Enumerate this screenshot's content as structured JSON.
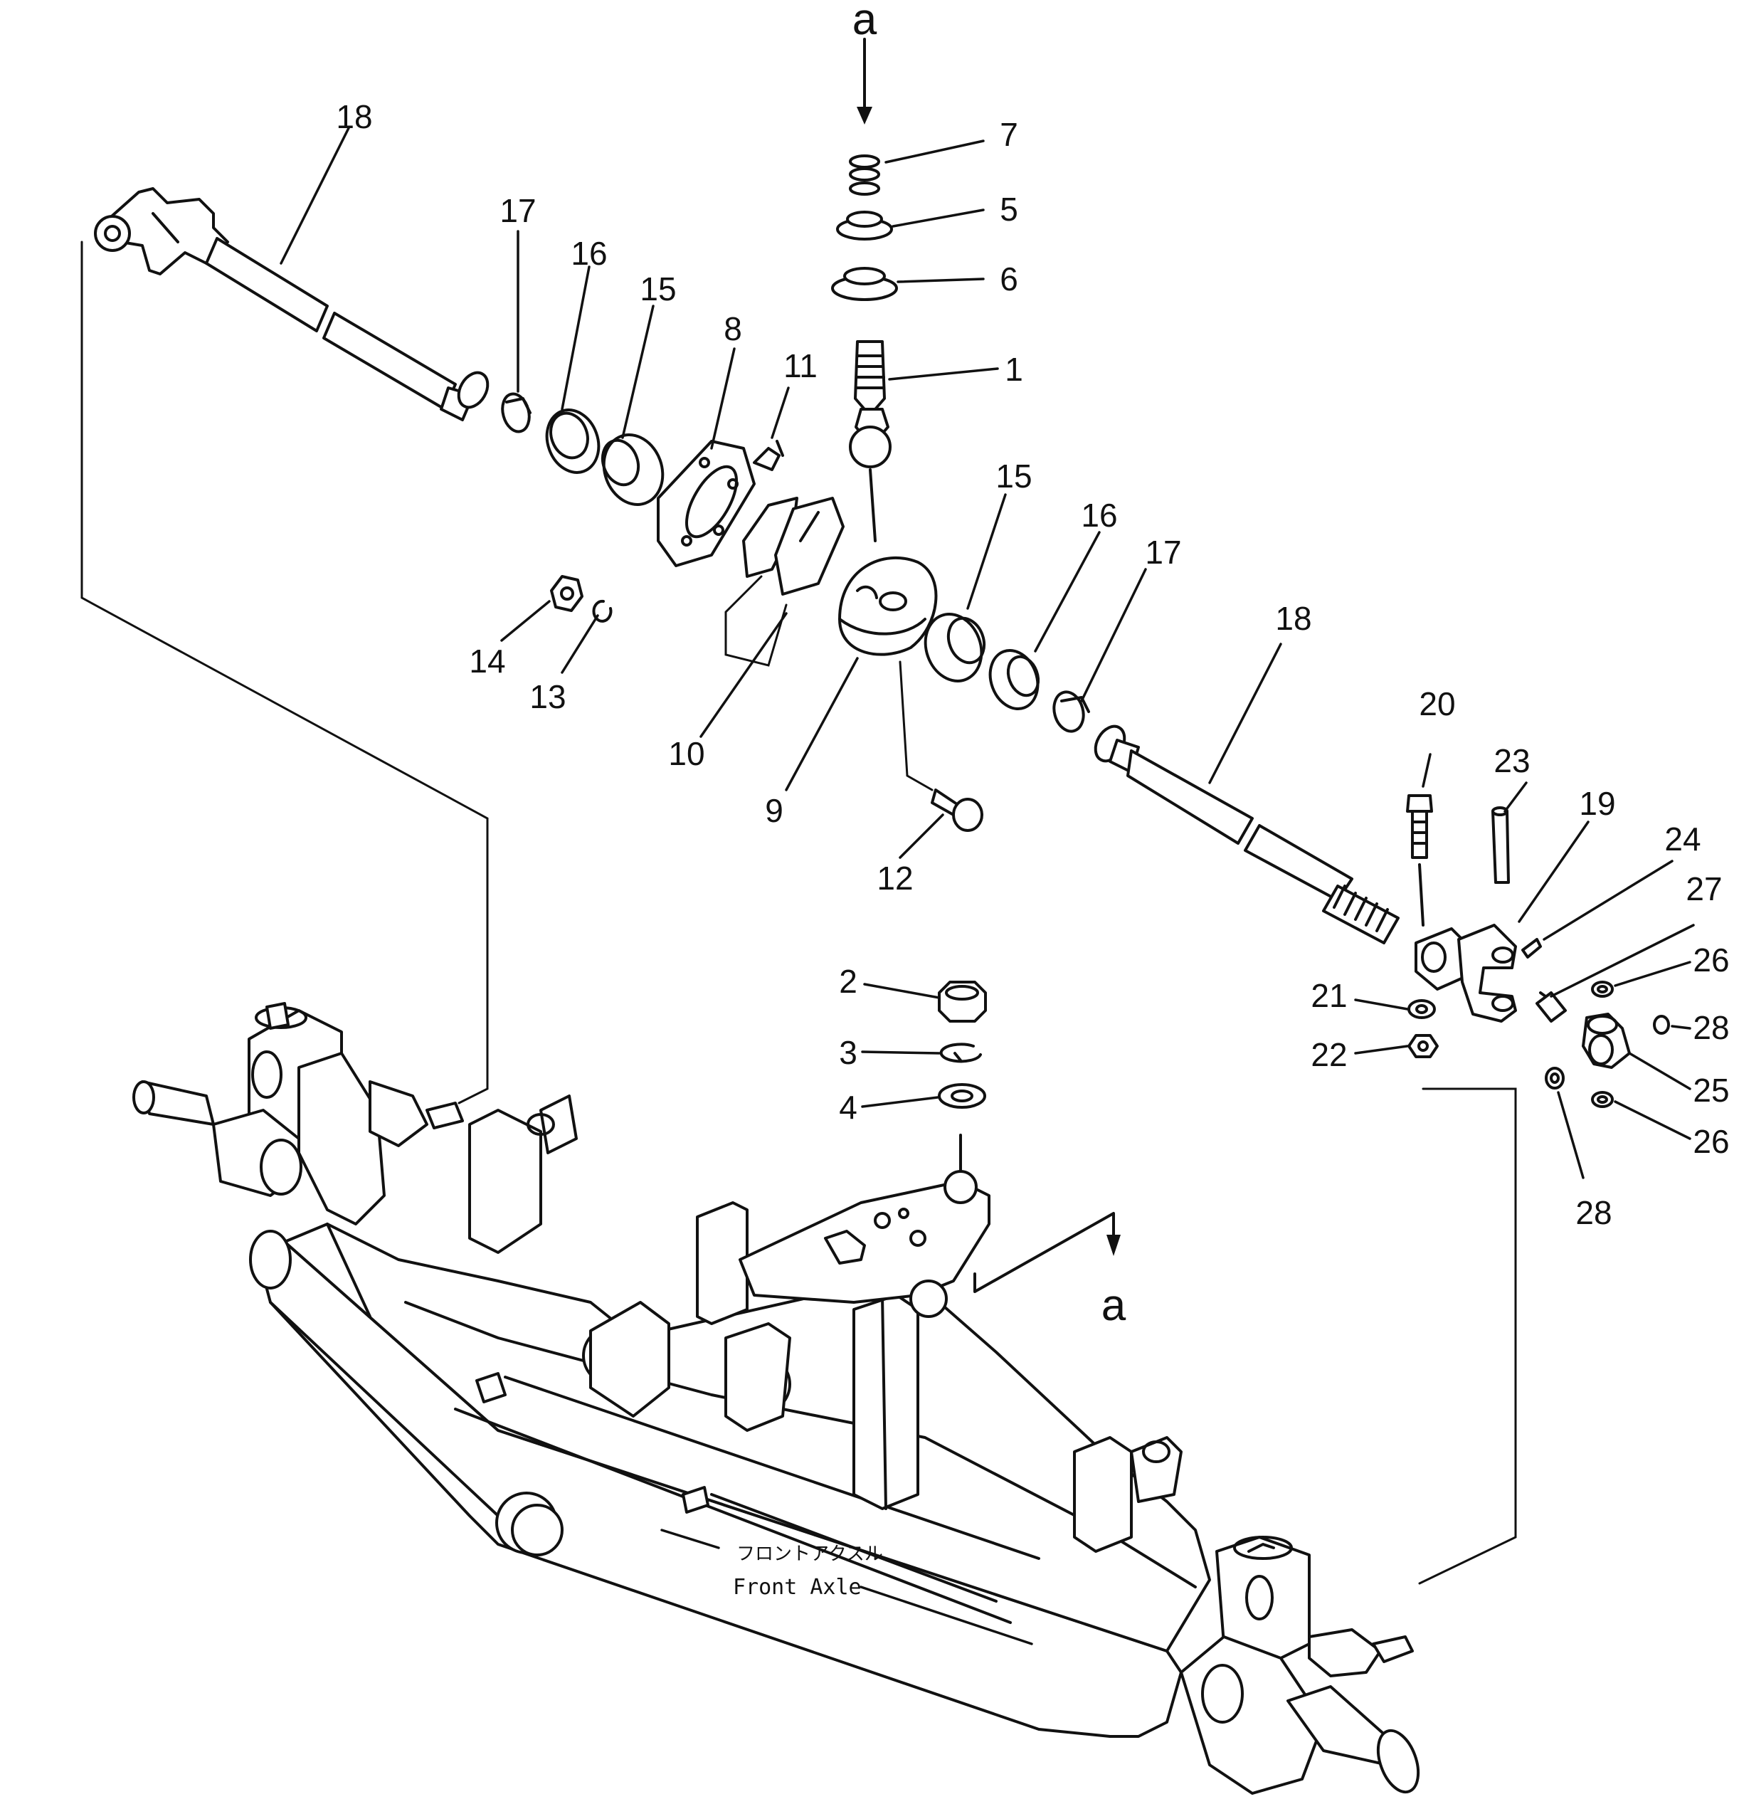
{
  "callouts": {
    "n1": "1",
    "n2": "2",
    "n3": "3",
    "n4": "4",
    "n5": "5",
    "n6": "6",
    "n7": "7",
    "n8": "8",
    "n9": "9",
    "n10": "10",
    "n11": "11",
    "n12": "12",
    "n13": "13",
    "n14": "14",
    "n15a": "15",
    "n15b": "15",
    "n16a": "16",
    "n16b": "16",
    "n17a": "17",
    "n17b": "17",
    "n18a": "18",
    "n18b": "18",
    "n19": "19",
    "n20": "20",
    "n21": "21",
    "n22": "22",
    "n23": "23",
    "n24": "24",
    "n25": "25",
    "n26a": "26",
    "n26b": "26",
    "n27": "27",
    "n28a": "28",
    "n28b": "28"
  },
  "view_marks": {
    "top": "a",
    "side": "a"
  },
  "axle_label": {
    "japanese": "フロントアクスル",
    "english": "Front Axle"
  }
}
